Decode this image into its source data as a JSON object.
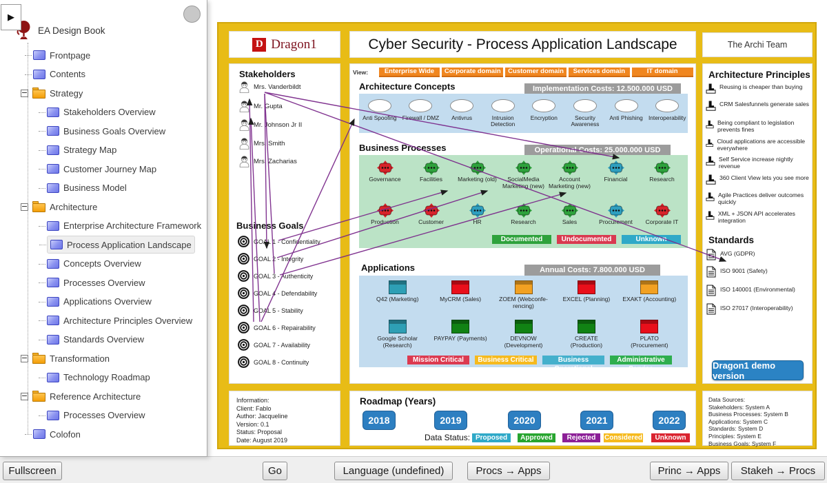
{
  "colors": {
    "gold": "#E8BC16",
    "purple_line": "#7B2A8B",
    "orange_view": "#F0861F",
    "process": {
      "documented": "#2EA23C",
      "undocumented": "#D7242B",
      "unknown": "#2E9FBF"
    },
    "app": {
      "mission": "#E90F1B",
      "critical": "#F2A122",
      "operational": "#2E9FB5",
      "admin": "#118214"
    }
  },
  "sidebar": {
    "root": "EA Design Book",
    "items": [
      {
        "label": "Frontpage",
        "level": 1,
        "type": "page"
      },
      {
        "label": "Contents",
        "level": 1,
        "type": "page"
      },
      {
        "label": "Strategy",
        "level": 1,
        "type": "folder"
      },
      {
        "label": "Stakeholders Overview",
        "level": 2,
        "type": "page"
      },
      {
        "label": "Business Goals Overview",
        "level": 2,
        "type": "page"
      },
      {
        "label": "Strategy Map",
        "level": 2,
        "type": "page"
      },
      {
        "label": "Customer Journey Map",
        "level": 2,
        "type": "page"
      },
      {
        "label": "Business Model",
        "level": 2,
        "type": "page"
      },
      {
        "label": "Architecture",
        "level": 1,
        "type": "folder"
      },
      {
        "label": "Enterprise Architecture Framework",
        "level": 2,
        "type": "page"
      },
      {
        "label": "Process Application Landscape",
        "level": 2,
        "type": "page",
        "selected": true
      },
      {
        "label": "Concepts Overview",
        "level": 2,
        "type": "page"
      },
      {
        "label": "Processes Overview",
        "level": 2,
        "type": "page"
      },
      {
        "label": "Applications Overview",
        "level": 2,
        "type": "page"
      },
      {
        "label": "Architecture Principles Overview",
        "level": 2,
        "type": "page"
      },
      {
        "label": "Standards Overview",
        "level": 2,
        "type": "page"
      },
      {
        "label": "Transformation",
        "level": 1,
        "type": "folder"
      },
      {
        "label": "Technology Roadmap",
        "level": 2,
        "type": "page"
      },
      {
        "label": "Reference Architecture",
        "level": 1,
        "type": "folder"
      },
      {
        "label": "Processes Overview",
        "level": 2,
        "type": "page"
      },
      {
        "label": "Colofon",
        "level": 1,
        "type": "page"
      }
    ]
  },
  "header": {
    "logo_letter": "D",
    "logo_text": "Dragon1",
    "title": "Cyber Security - Process Application Landscape",
    "team": "The Archi Team"
  },
  "view": {
    "label": "View:",
    "buttons": [
      "Enterprise Wide",
      "Corporate domain",
      "Customer domain",
      "Services domain",
      "IT domain"
    ]
  },
  "stakeholders": {
    "title": "Stakeholders",
    "items": [
      "Mrs. Vanderbildt",
      "Mr. Gupta",
      "Mr. Johnson Jr II",
      "Mrs. Smith",
      "Mrs. Zacharias"
    ]
  },
  "business_goals": {
    "title": "Business Goals",
    "items": [
      "GOAL 1 - Confidentiality",
      "GOAL 2 - Integrity",
      "GOAL 3 - Authenticity",
      "GOAL 4 - Defendability",
      "GOAL 5 - Stability",
      "GOAL 6 - Repairability",
      "GOAL 7 - Availability",
      "GOAL 8 - Continuity"
    ]
  },
  "concepts": {
    "title": "Architecture Concepts",
    "badge": "Implementation Costs: 12.500.000 USD",
    "items": [
      "Anti Spoofing",
      "Firewall / DMZ",
      "Antivrus",
      "Intrusion Detection",
      "Encryption",
      "Security Awareness",
      "Anti Phishing",
      "Interoperability"
    ]
  },
  "processes": {
    "title": "Business Processes",
    "badge": "Operational Costs: 25.000.000 USD",
    "row1": [
      {
        "label": "Governance",
        "status": "undocumented"
      },
      {
        "label": "Facilities",
        "status": "documented"
      },
      {
        "label": "Marketing (old)",
        "status": "documented"
      },
      {
        "label": "SocialMedia Marketing (new)",
        "status": "documented"
      },
      {
        "label": "Account Marketing (new)",
        "status": "documented"
      },
      {
        "label": "Financial",
        "status": "unknown"
      },
      {
        "label": "Research",
        "status": "documented"
      }
    ],
    "row2": [
      {
        "label": "Production",
        "status": "undocumented"
      },
      {
        "label": "Customer",
        "status": "undocumented"
      },
      {
        "label": "HR",
        "status": "unknown"
      },
      {
        "label": "Research",
        "status": "documented"
      },
      {
        "label": "Sales",
        "status": "documented"
      },
      {
        "label": "Procurement",
        "status": "unknown"
      },
      {
        "label": "Corporate IT",
        "status": "undocumented"
      }
    ],
    "legend": [
      {
        "label": "Documented",
        "color": "#2EA23C"
      },
      {
        "label": "Undocumented",
        "color": "#D93A50"
      },
      {
        "label": "Unknown",
        "color": "#2FA9C8"
      }
    ]
  },
  "applications": {
    "title": "Applications",
    "badge": "Annual Costs: 7.800.000 USD",
    "row1": [
      {
        "name": "Q42",
        "sub": "(Marketing)",
        "status": "operational"
      },
      {
        "name": "MyCRM (Sales)",
        "sub": "",
        "status": "mission"
      },
      {
        "name": "ZOEM",
        "sub": "(Webconfe-rencing)",
        "status": "critical"
      },
      {
        "name": "EXCEL",
        "sub": "(Planning)",
        "status": "mission"
      },
      {
        "name": "EXAKT",
        "sub": "(Accounting)",
        "status": "critical"
      }
    ],
    "row2": [
      {
        "name": "Google Scholar",
        "sub": "(Research)",
        "status": "operational"
      },
      {
        "name": "PAYPAY",
        "sub": "(Payments)",
        "status": "admin"
      },
      {
        "name": "DEVNOW",
        "sub": "(Development)",
        "status": "admin"
      },
      {
        "name": "CREATE",
        "sub": "(Production)",
        "status": "admin"
      },
      {
        "name": "PLATO",
        "sub": "(Procurement)",
        "status": "mission"
      }
    ],
    "legend": [
      {
        "label": "Mission Critical",
        "color": "#DC3A50"
      },
      {
        "label": "Business Critical",
        "color": "#F6BA1E"
      },
      {
        "label": "Business Operational",
        "color": "#44B0CC"
      },
      {
        "label": "Administrative Service",
        "color": "#2EAE4E"
      }
    ]
  },
  "principles": {
    "title": "Architecture Principles",
    "items": [
      "Reusing is cheaper than buying",
      "CRM Salesfunnels generate sales",
      "Being compliant to legislation prevents fines",
      "Cloud applications are accessible everywhere",
      "Self Service increase nightly revenue",
      "360 Client View lets you see more",
      "Agile Practices deliver outcomes quickly",
      "XML + JSON API accelerates integration"
    ]
  },
  "standards": {
    "title": "Standards",
    "items": [
      "AVG (GDPR)",
      "ISO 9001 (Safety)",
      "ISO 140001 (Environmental)",
      "ISO 27017 (Interoperability)"
    ],
    "demo_button": "Dragon1 demo version"
  },
  "info_box": {
    "text": "Information:\nClient: Fablo\nAuthor: Jacqueline\nVersion: 0.1\nStatus: Proposal\nDate: August 2019"
  },
  "roadmap": {
    "title": "Roadmap (Years)",
    "years": [
      "2018",
      "2019",
      "2020",
      "2021",
      "2022"
    ],
    "data_status_label": "Data Status:",
    "statuses": [
      {
        "label": "Proposed",
        "color": "#2FA9C8"
      },
      {
        "label": "Approved",
        "color": "#27A52F"
      },
      {
        "label": "Rejected",
        "color": "#8C1F97"
      },
      {
        "label": "Considered",
        "color": "#F6BA1E"
      },
      {
        "label": "Unknown",
        "color": "#DA2430"
      }
    ]
  },
  "data_sources": {
    "text": "Data Sources:\nStakeholders: System A\nBusiness Processes: System B\nApplications: System C\nStandards: System D\nPrinciples: System E\nBusiness Goals: System F"
  },
  "bottom_bar": {
    "fullscreen": "Fullscreen",
    "go": "Go",
    "language": "Language (undefined)",
    "procs_apps": "Procs → Apps",
    "princ_apps": "Princ → Apps",
    "stakeh_procs": "Stakeh → Procs"
  }
}
